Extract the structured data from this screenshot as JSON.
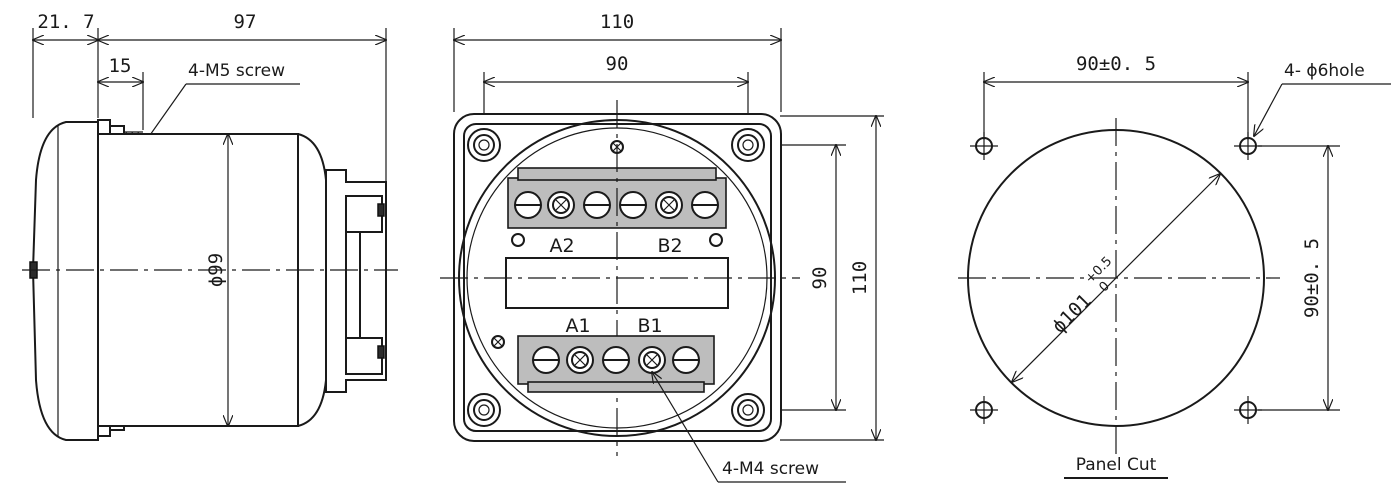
{
  "side_view": {
    "dim_depth_front": "21. 7",
    "dim_depth_body": "97",
    "dim_screw_offset": "15",
    "screw_label": "4-M5 screw",
    "dim_body_diameter": "ϕ99"
  },
  "front_view": {
    "dim_outer_width": "110",
    "dim_hole_pitch_x": "90",
    "dim_hole_pitch_y": "90",
    "dim_outer_height": "110",
    "terminal_a2": "A2",
    "terminal_b2": "B2",
    "terminal_a1": "A1",
    "terminal_b1": "B1",
    "screw_label": "4-M4 screw"
  },
  "panel_cut": {
    "dim_pitch_x": "90±0. 5",
    "hole_label": "4- ϕ6hole",
    "dim_pitch_y": "90±0. 5",
    "dim_cut_diameter": "ϕ101",
    "tol_upper": "+0.5",
    "tol_lower": "0",
    "caption": "Panel Cut"
  }
}
